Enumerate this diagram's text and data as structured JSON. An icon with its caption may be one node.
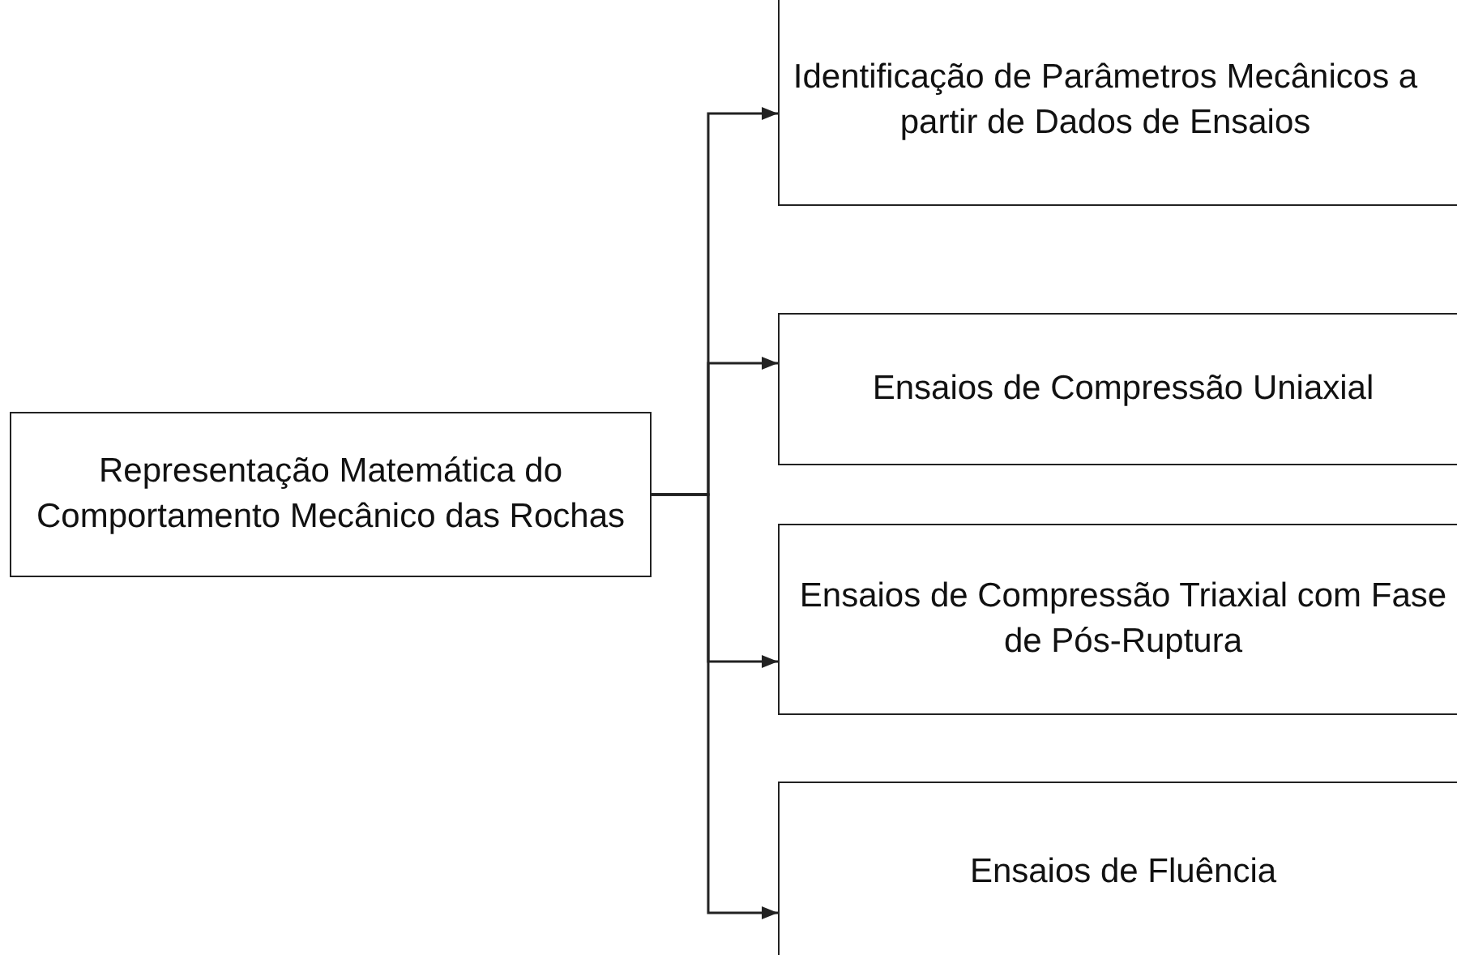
{
  "diagram": {
    "nodes": [
      {
        "text": [
          "Representação Matemática do Comportamento Mecânico das Rochas"
        ]
      },
      {
        "text": [
          "Identificação de Parâmetros Mecânicos a partir de Dados de Ensaios"
        ]
      },
      {
        "text": [
          "Ensaios de Compressão Uniaxial"
        ]
      },
      {
        "text": [
          "Ensaios de Compressão Triaxial com Fase de Pós-Ruptura"
        ]
      },
      {
        "text": [
          "Ensaios de Fluência"
        ]
      }
    ],
    "edges": [
      {
        "from": 0,
        "to": 1,
        "arrow": "to"
      },
      {
        "from": 0,
        "to": 2,
        "arrow": "to"
      },
      {
        "from": 0,
        "to": 3,
        "arrow": "to"
      },
      {
        "from": 0,
        "to": 4,
        "arrow": "to"
      }
    ]
  }
}
